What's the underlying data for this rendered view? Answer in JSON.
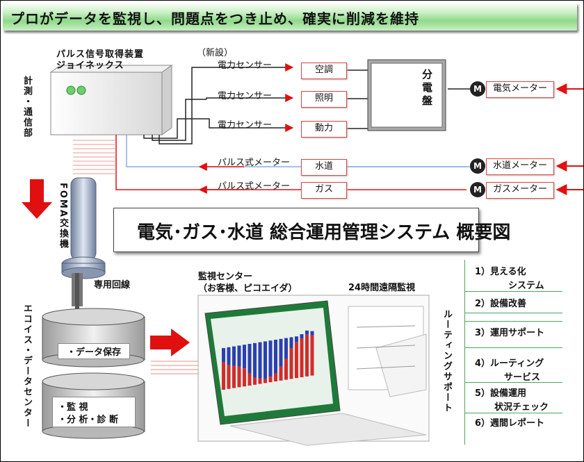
{
  "header": {
    "title": "プロがデータを監視し、問題点をつき止め、確実に削減を維持"
  },
  "device": {
    "name_line1": "パルス信号取得装置",
    "name_line2": "ジョイネックス",
    "side_label": "計測・通信部",
    "new_label": "（新設）"
  },
  "sensors": [
    {
      "label": "電力センサー",
      "target": "空調"
    },
    {
      "label": "電力センサー",
      "target": "照明"
    },
    {
      "label": "電力センサー",
      "target": "動力"
    }
  ],
  "pulse_meters": [
    {
      "label": "パルス式メーター",
      "target": "水道"
    },
    {
      "label": "パルス式メーター",
      "target": "ガス"
    }
  ],
  "panel_label": "分電盤",
  "meters": [
    {
      "symbol": "M",
      "label": "電気メーター"
    },
    {
      "symbol": "M",
      "label": "水道メーター"
    },
    {
      "symbol": "M",
      "label": "ガスメーター"
    }
  ],
  "exchange": {
    "label": "FOMA交換機",
    "line_label": "専用回線"
  },
  "system_title": "電気･ガス･水道 総合運用管理システム 概要図",
  "datacenter": {
    "label": "エコイス・データセンター",
    "db1": "・データ保存",
    "db2_line1": "・監 視",
    "db2_line2": "・分 析・診 断"
  },
  "monitoring": {
    "label_line1": "監視センター",
    "label_line2": "（お客様、ピコエイダ）",
    "remote": "24時間遠隔監視",
    "routing": "ルーティングサポート"
  },
  "services": [
    {
      "line1": "1）見える化",
      "line2": "システム"
    },
    {
      "line1": "2）設備改善",
      "line2": ""
    },
    {
      "line1": "3）運用サポート",
      "line2": ""
    },
    {
      "line1": "4）ルーティング",
      "line2": "サービス"
    },
    {
      "line1": "5）設備運用",
      "line2": "状況チェック"
    },
    {
      "line1": "6）週間レポート",
      "line2": ""
    }
  ],
  "colors": {
    "accent_red": "#e01010",
    "water_line": "#8aaee0",
    "title_green": "#8fd98a",
    "service_line": "#4aa75a"
  }
}
